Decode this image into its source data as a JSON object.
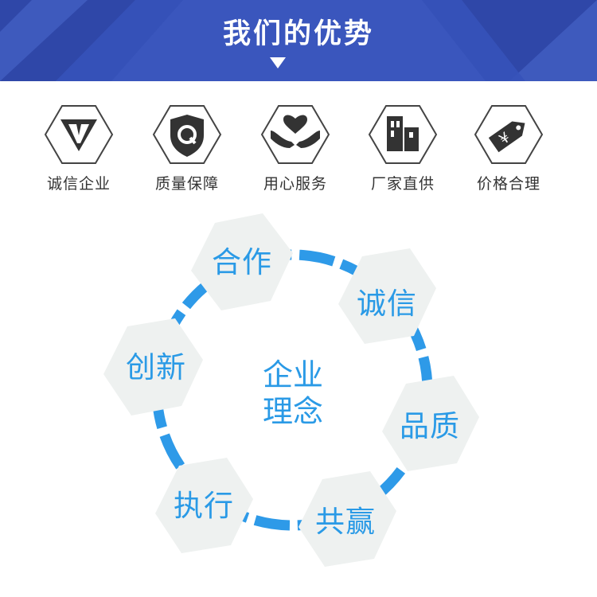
{
  "header": {
    "title": "我们的优势",
    "accent": "#3a56bd"
  },
  "features": [
    {
      "icon": "v-badge-icon",
      "label": "诚信企业"
    },
    {
      "icon": "q-shield-icon",
      "label": "质量保障"
    },
    {
      "icon": "heart-hands-icon",
      "label": "用心服务"
    },
    {
      "icon": "factory-buildings-icon",
      "label": "厂家直供"
    },
    {
      "icon": "yen-price-tag-icon",
      "label": "价格合理"
    }
  ],
  "philosophy": {
    "center_line1": "企业",
    "center_line2": "理念",
    "items": [
      "合作",
      "诚信",
      "品质",
      "共赢",
      "执行",
      "创新"
    ],
    "text_color": "#2a9ae6",
    "hex_fill": "#eef1f0"
  }
}
